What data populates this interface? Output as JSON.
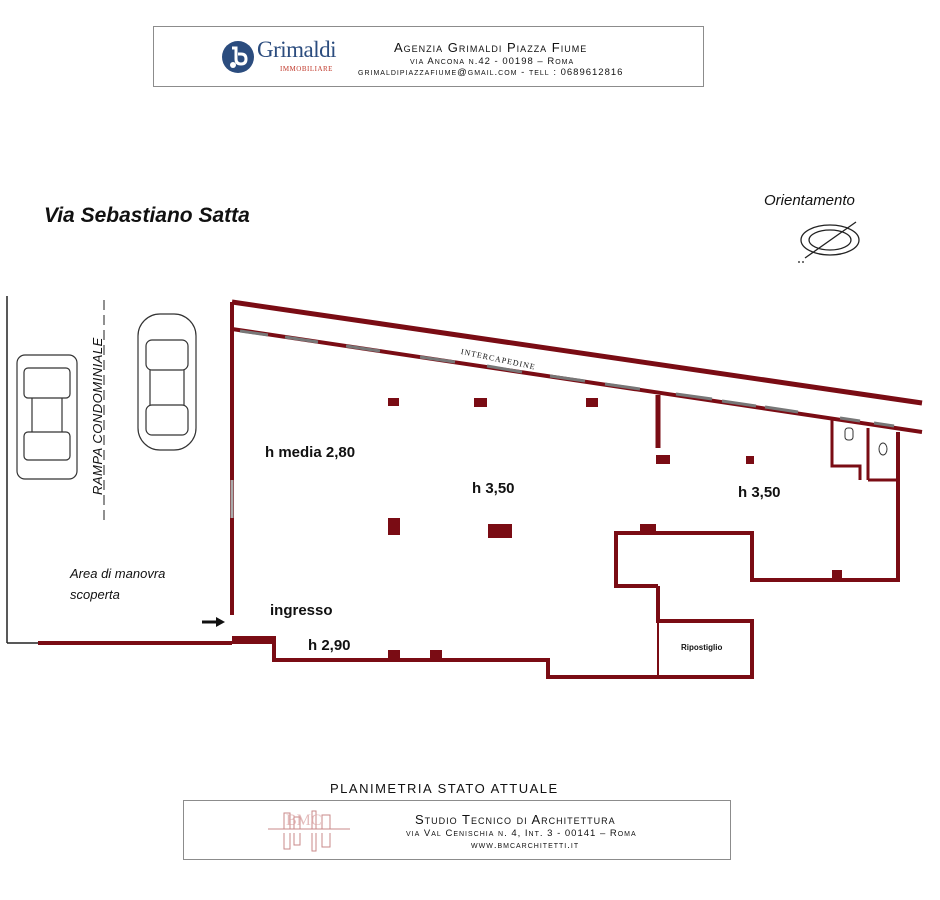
{
  "agency": {
    "logo_name": "Grimaldi",
    "logo_sub": "IMMOBILIARE",
    "name": "Agenzia Grimaldi Piazza Fiume",
    "address": "via Ancona n.42  - 00198 – Roma",
    "contact": "grimaldipiazzafiume@gmail.com - tell : 0689612816"
  },
  "plan": {
    "street": "Via Sebastiano Satta",
    "orientation_label": "Orientamento",
    "intercapedine": "INTERCAPEDINE",
    "ramp": "RAMPA CONDOMINIALE",
    "area_line1": "Area di manovra",
    "area_line2": "scoperta",
    "rooms": {
      "main_height": "h media 2,80",
      "center_height": "h  3,50",
      "right_height": "h 3,50",
      "entrance": "ingresso",
      "entrance_height": "h 2,90",
      "storage": "Ripostiglio"
    },
    "wall_color": "#7a0c14",
    "title": "PLANIMETRIA STATO ATTUALE"
  },
  "studio": {
    "name": "Studio Tecnico di Architettura",
    "address": "via Val Cenischia n. 4, Int. 3 - 00141 – Roma",
    "web": "www.bmcarchitetti.it"
  }
}
